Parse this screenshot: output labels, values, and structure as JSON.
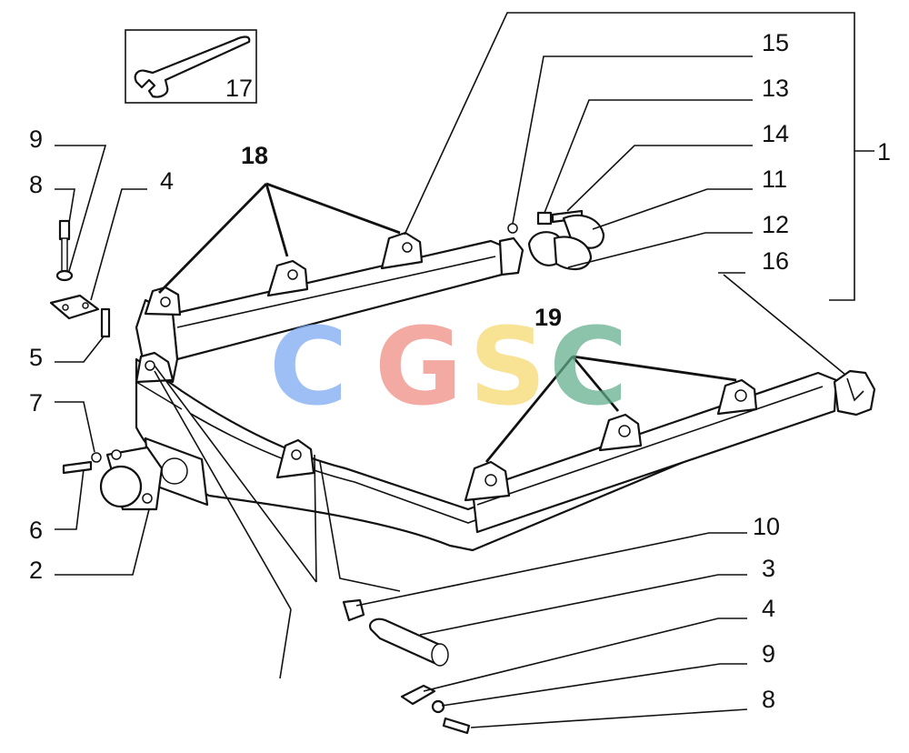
{
  "callouts": {
    "n1": "1",
    "n2": "2",
    "n3": "3",
    "n4a": "4",
    "n4b": "4",
    "n5": "5",
    "n6": "6",
    "n7": "7",
    "n8a": "8",
    "n8b": "8",
    "n9a": "9",
    "n9b": "9",
    "n10": "10",
    "n11": "11",
    "n12": "12",
    "n13": "13",
    "n14": "14",
    "n15": "15",
    "n16": "16",
    "n17": "17",
    "n18": "18",
    "n19": "19"
  },
  "watermark": {
    "letters": [
      "C",
      "G",
      "S",
      "C"
    ],
    "colors": [
      "#7aa7f2",
      "#ef8a80",
      "#f6d76a",
      "#5fae8a"
    ]
  },
  "colors": {
    "ink": "#111111",
    "background": "#ffffff"
  }
}
